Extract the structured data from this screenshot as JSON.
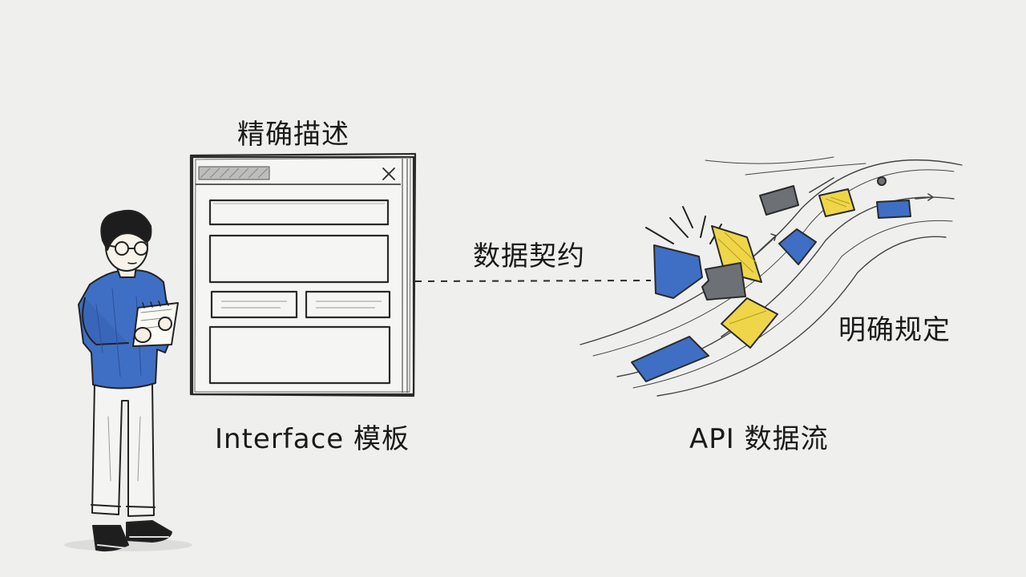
{
  "labels": {
    "precise_description": "精确描述",
    "data_contract": "数据契约",
    "interface_template": "Interface 模板",
    "api_data_flow": "API 数据流",
    "clearly_defined": "明确规定"
  },
  "icons": {
    "window_close": "close-icon"
  },
  "colors": {
    "background": "#efefee",
    "ink": "#1c1c1c",
    "blue": "#3f6fc4",
    "yellow": "#eed648",
    "gray": "#6d7075"
  }
}
